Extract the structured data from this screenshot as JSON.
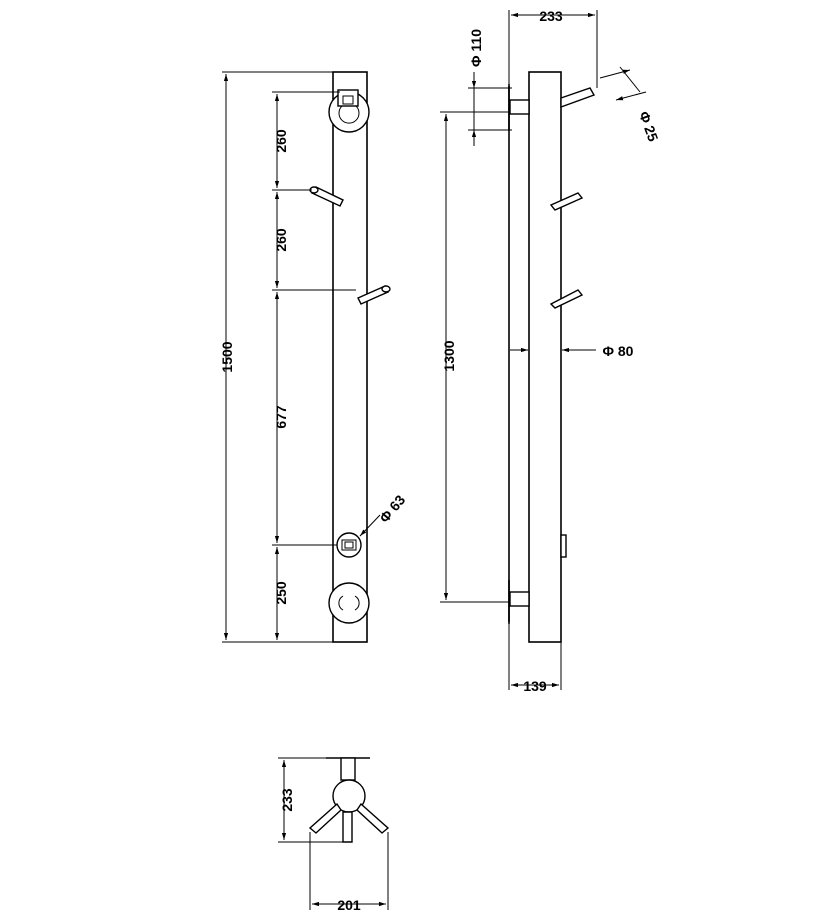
{
  "dimensions": {
    "total_height": "1500",
    "spacing_top": "260",
    "spacing_middle": "260",
    "spacing_lower": "677",
    "spacing_bottom": "250",
    "valve_diameter": "Φ 63",
    "top_offset": "233",
    "mount_diameter": "Φ 110",
    "hook_diameter": "Φ 25",
    "bracket_spacing": "1300",
    "bar_diameter": "Φ 80",
    "wall_depth": "139",
    "plan_depth": "233",
    "plan_width": "201"
  }
}
